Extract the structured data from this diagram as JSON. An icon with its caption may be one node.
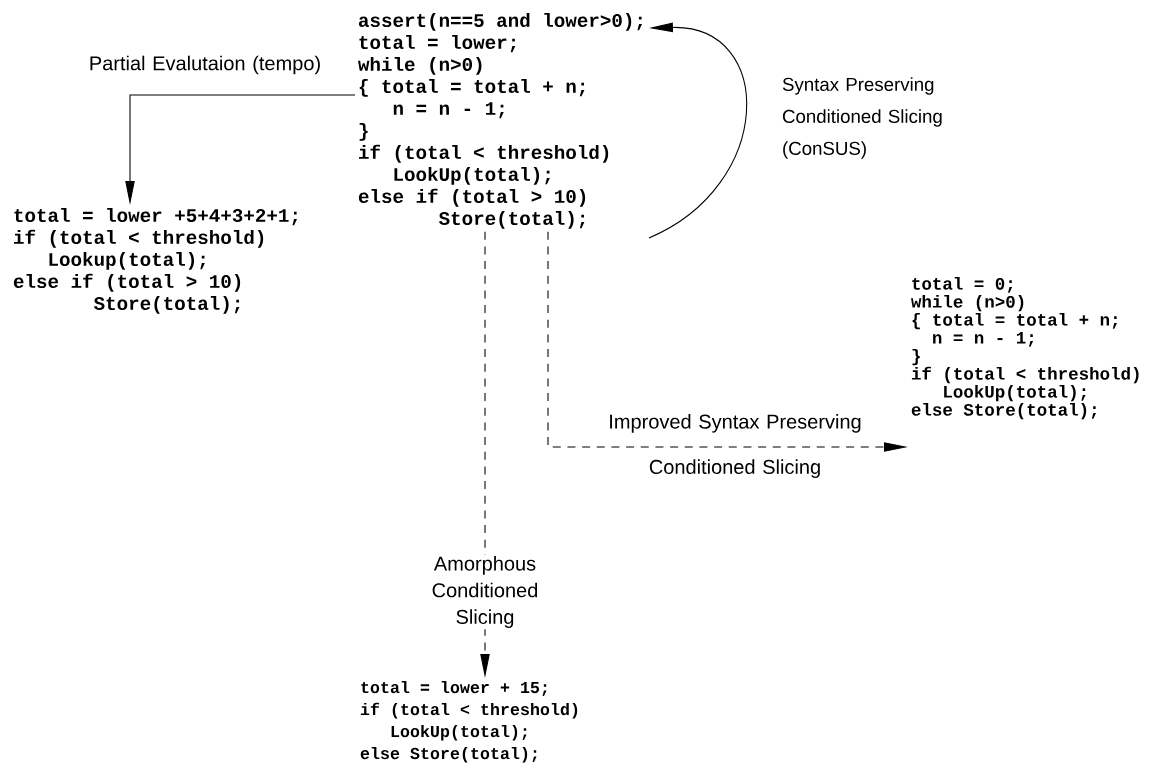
{
  "diagram": {
    "nodes": [
      {
        "text": [
          "assert(n==5 and lower>0);",
          "total = lower;",
          "while (n>0)",
          "{ total = total + n;",
          "n = n - 1;",
          "}",
          "if (total < threshold)",
          "LookUp(total);",
          "else if (total > 10)",
          "Store(total);"
        ]
      },
      {
        "text": [
          "total = lower +5+4+3+2+1;",
          "if (total < threshold)",
          "Lookup(total);",
          "else if (total > 10)",
          "Store(total);"
        ]
      },
      {
        "text": [
          "total = 0;",
          "while (n>0)",
          "{ total = total + n;",
          "n = n - 1;",
          "}",
          "if (total < threshold)",
          "LookUp(total);",
          "else Store(total);"
        ]
      },
      {
        "text": [
          "total = lower + 15;",
          "if (total < threshold)",
          "LookUp(total);",
          "else Store(total);"
        ]
      }
    ],
    "edges": [
      {
        "from": 0,
        "to": 1,
        "arrow": "to",
        "label": "Partial Evalutaion (tempo)"
      },
      {
        "from": 0,
        "to": 0,
        "arrow": "to",
        "label": "Syntax Preserving Conditioned Slicing (ConSUS)"
      },
      {
        "from": 0,
        "to": 3,
        "arrow": "to",
        "style": "dashed",
        "label": "Amorphous Conditioned Slicing"
      },
      {
        "from": 0,
        "to": 2,
        "arrow": "to",
        "style": "dashed",
        "label": "Improved Syntax Preserving Conditioned Slicing"
      }
    ]
  }
}
